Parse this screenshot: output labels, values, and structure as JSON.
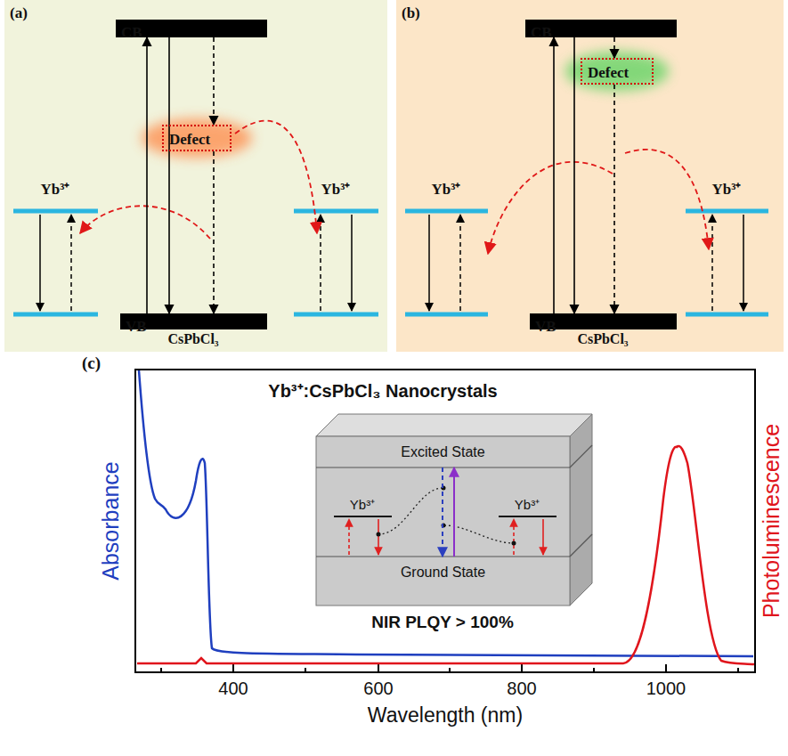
{
  "diagram": {
    "nodes": [
      {
        "text": [
          "(a)"
        ]
      },
      {
        "text": [
          "CB"
        ],
        "in": 0
      },
      {
        "text": [
          "Defect"
        ],
        "in": 0
      },
      {
        "text": [
          "VB"
        ],
        "in": 0
      },
      {
        "text": [
          "(b)"
        ]
      },
      {
        "text": [
          "CB"
        ],
        "in": 4
      },
      {
        "text": [
          "Defect"
        ],
        "in": 4
      },
      {
        "text": [
          "VB"
        ],
        "in": 4
      },
      {
        "text": [
          "Excited State"
        ]
      },
      {
        "text": [
          "Ground State"
        ]
      }
    ],
    "edges": [
      {
        "from": 3,
        "to": 1,
        "arrow": "to"
      },
      {
        "from": 1,
        "to": 3,
        "arrow": "to"
      },
      {
        "from": 1,
        "to": 2,
        "arrow": "to"
      },
      {
        "from": 2,
        "to": 3,
        "arrow": "to"
      },
      {
        "from": 7,
        "to": 5,
        "arrow": "to"
      },
      {
        "from": 5,
        "to": 7,
        "arrow": "to"
      },
      {
        "from": 5,
        "to": 6,
        "arrow": "to"
      },
      {
        "from": 6,
        "to": 7,
        "arrow": "to"
      },
      {
        "from": 9,
        "to": 8,
        "arrow": "to"
      },
      {
        "from": 8,
        "to": 9,
        "arrow": "to"
      }
    ],
    "labels": [
      "Yb³⁺",
      "Yb³⁺",
      "CsPbCl₃",
      "Yb³⁺",
      "Yb³⁺",
      "CsPbCl₃",
      "(c)",
      "Yb³⁺:CsPbCl₃ Nanocrystals",
      "Absorbance",
      "Photoluminescence",
      "400",
      "600",
      "800",
      "1000",
      "Wavelength (nm)",
      "Yb³⁺",
      "Yb³⁺",
      "NIR PLQY > 100%"
    ]
  }
}
